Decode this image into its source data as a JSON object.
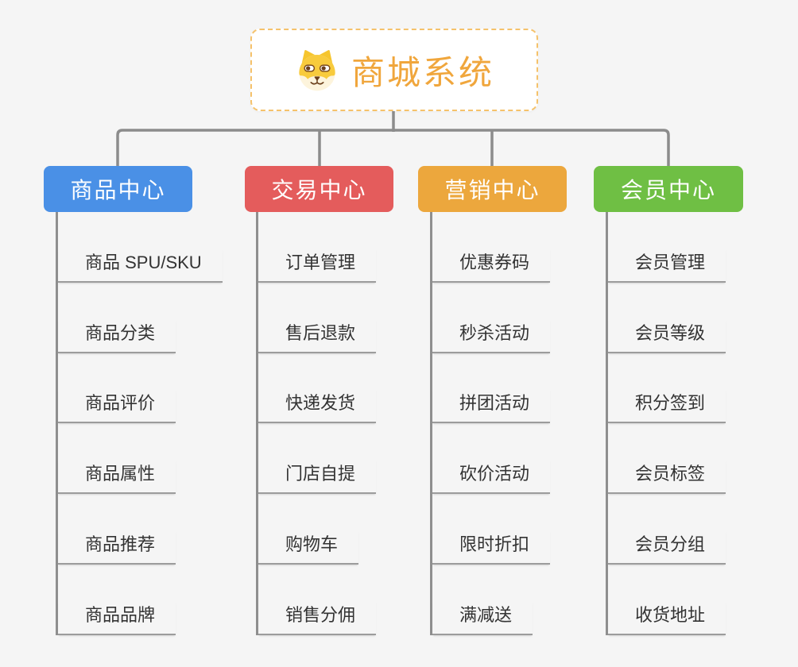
{
  "background_color": "#F5F5F5",
  "connector_color": "#8C8C8C",
  "root": {
    "label": "商城系统",
    "icon": "shiba-dog-icon",
    "text_color": "#F0A63C",
    "border_color": "#F5C26B"
  },
  "branches": [
    {
      "label": "商品中心",
      "color": "#4A90E6",
      "items": [
        "商品 SPU/SKU",
        "商品分类",
        "商品评价",
        "商品属性",
        "商品推荐",
        "商品品牌"
      ]
    },
    {
      "label": "交易中心",
      "color": "#E45C5C",
      "items": [
        "订单管理",
        "售后退款",
        "快递发货",
        "门店自提",
        "购物车",
        "销售分佣"
      ]
    },
    {
      "label": "营销中心",
      "color": "#ECA73D",
      "items": [
        "优惠券码",
        "秒杀活动",
        "拼团活动",
        "砍价活动",
        "限时折扣",
        "满减送"
      ]
    },
    {
      "label": "会员中心",
      "color": "#6FBF44",
      "items": [
        "会员管理",
        "会员等级",
        "积分签到",
        "会员标签",
        "会员分组",
        "收货地址"
      ]
    }
  ]
}
